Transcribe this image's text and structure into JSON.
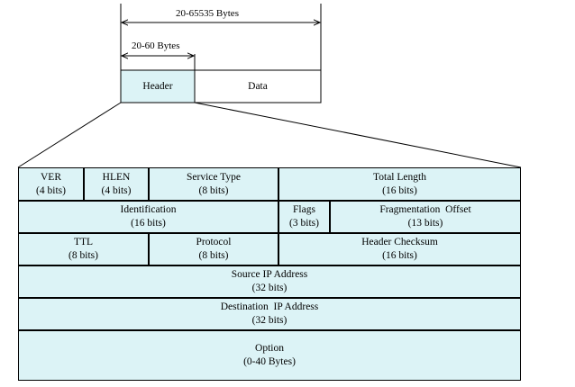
{
  "colors": {
    "fill": "#dcf3f6",
    "line": "#000000",
    "background": "#ffffff"
  },
  "total_size": "20-65535 Bytes",
  "header_size": "20-60 Bytes",
  "packet": {
    "header": "Header",
    "data": "Data"
  },
  "fields": [
    {
      "name": "VER",
      "size": "(4 bits)"
    },
    {
      "name": "HLEN",
      "size": "(4 bits)"
    },
    {
      "name": "Service Type",
      "size": "(8 bits)"
    },
    {
      "name": "Total Length",
      "size": "(16 bits)"
    },
    {
      "name": "Identification",
      "size": "(16 bits)"
    },
    {
      "name": "Flags",
      "size": "(3 bits)"
    },
    {
      "name": "Fragmentation  Offset",
      "size": "(13 bits)"
    },
    {
      "name": "TTL",
      "size": "(8 bits)"
    },
    {
      "name": "Protocol",
      "size": "(8 bits)"
    },
    {
      "name": "Header Checksum",
      "size": "(16 bits)"
    },
    {
      "name": "Source IP Address",
      "size": "(32 bits)"
    },
    {
      "name": "Destination  IP Address",
      "size": "(32 bits)"
    },
    {
      "name": "Option",
      "size": "(0-40 Bytes)"
    }
  ]
}
